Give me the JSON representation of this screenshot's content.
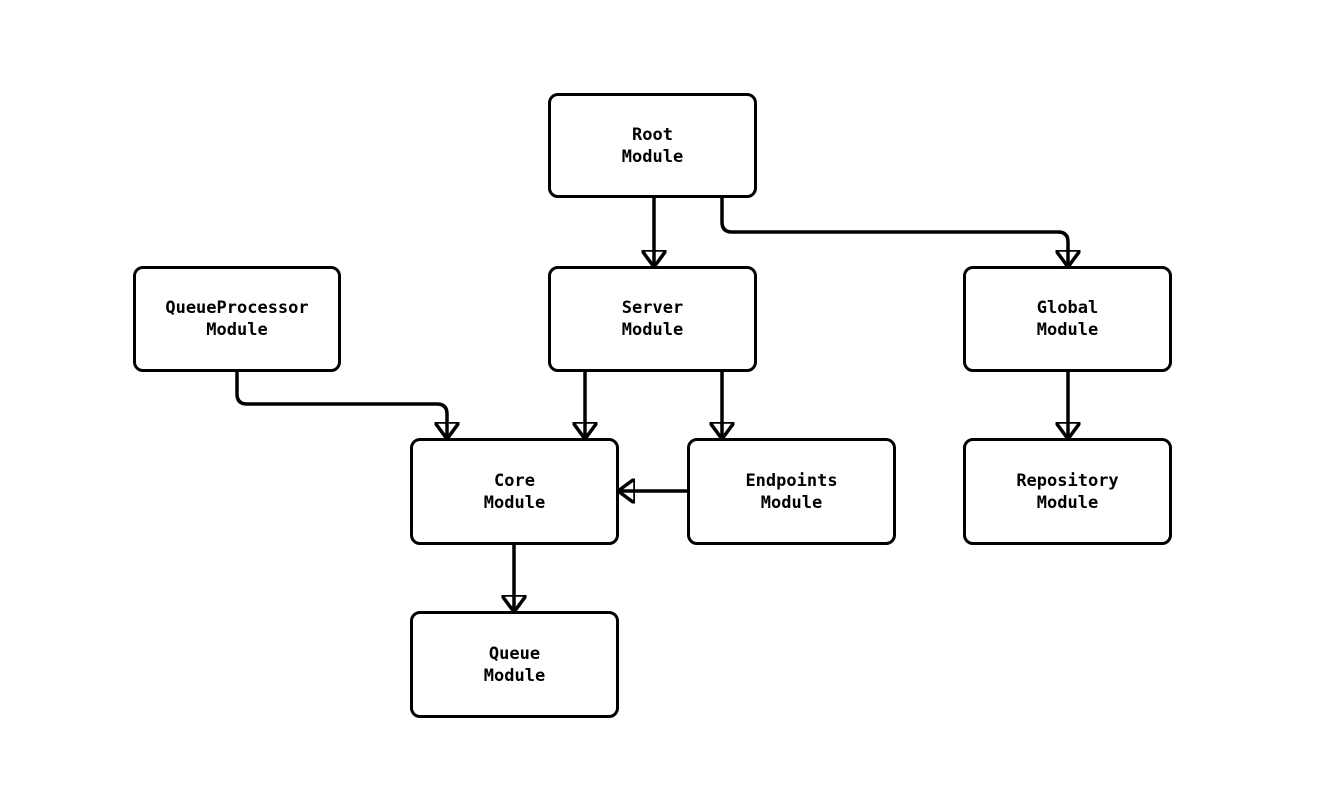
{
  "diagram": {
    "type": "module-dependency-flowchart",
    "background_color": "#ffffff",
    "stroke_color": "#000000",
    "nodes": {
      "root": {
        "line1": "Root",
        "line2": "Module"
      },
      "queueprocessor": {
        "line1": "QueueProcessor",
        "line2": "Module"
      },
      "server": {
        "line1": "Server",
        "line2": "Module"
      },
      "global": {
        "line1": "Global",
        "line2": "Module"
      },
      "core": {
        "line1": "Core",
        "line2": "Module"
      },
      "endpoints": {
        "line1": "Endpoints",
        "line2": "Module"
      },
      "repository": {
        "line1": "Repository",
        "line2": "Module"
      },
      "queue": {
        "line1": "Queue",
        "line2": "Module"
      }
    },
    "edges": [
      {
        "from": "Root Module",
        "to": "Server Module"
      },
      {
        "from": "Root Module",
        "to": "Global Module"
      },
      {
        "from": "QueueProcessor Module",
        "to": "Core Module"
      },
      {
        "from": "Server Module",
        "to": "Core Module"
      },
      {
        "from": "Server Module",
        "to": "Endpoints Module"
      },
      {
        "from": "Endpoints Module",
        "to": "Core Module"
      },
      {
        "from": "Global Module",
        "to": "Repository Module"
      },
      {
        "from": "Core Module",
        "to": "Queue Module"
      }
    ]
  }
}
